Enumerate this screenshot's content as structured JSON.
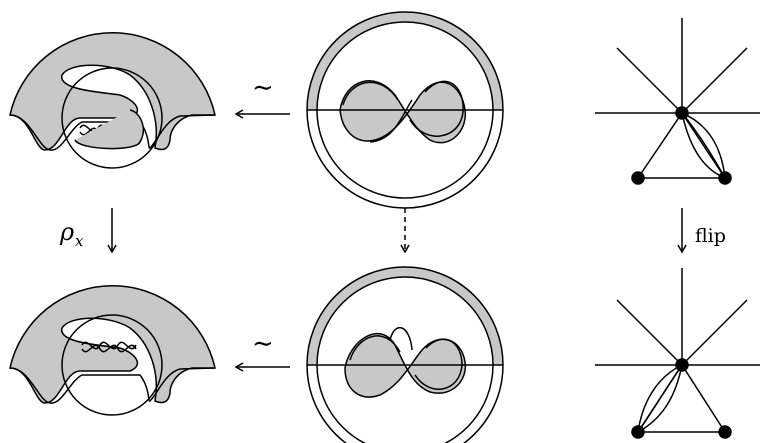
{
  "labels": {
    "tilde_top": "∼",
    "tilde_bottom": "∼",
    "rho_symbol": "ρ",
    "rho_subscript": "x",
    "flip": "flip"
  },
  "colors": {
    "shade": "#c8c8c8",
    "stroke": "#000000",
    "background": "#ffffff"
  }
}
